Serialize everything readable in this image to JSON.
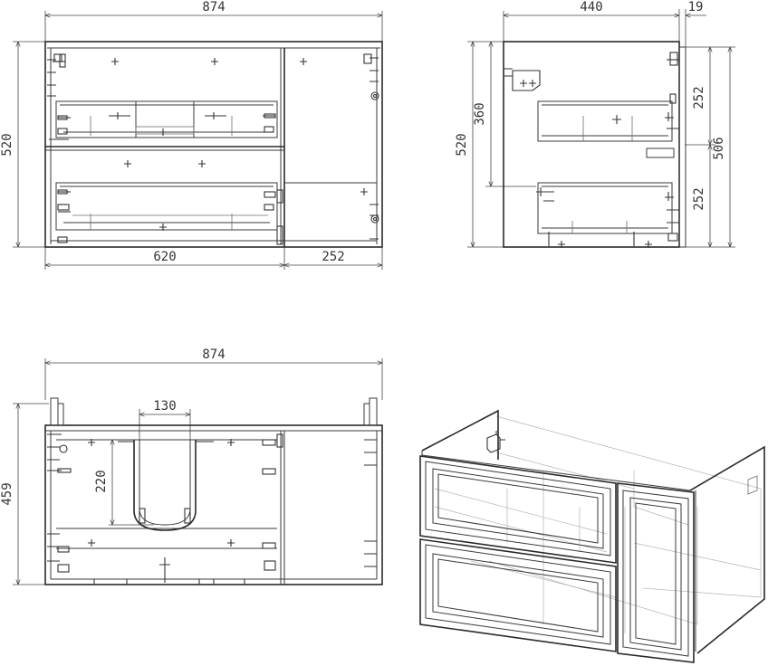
{
  "front_view": {
    "overall_width": "874",
    "overall_height": "520",
    "left_section_width": "620",
    "right_section_width": "252"
  },
  "side_view": {
    "depth": "440",
    "panel_thickness": "19",
    "overall_height": "520",
    "mount_height": "360",
    "upper_drawer_height": "252",
    "drawer_block_height": "506",
    "lower_drawer_height": "252"
  },
  "top_view": {
    "overall_width": "874",
    "depth": "459",
    "cutout_width": "130",
    "cutout_depth": "220"
  },
  "isometric_view": {}
}
